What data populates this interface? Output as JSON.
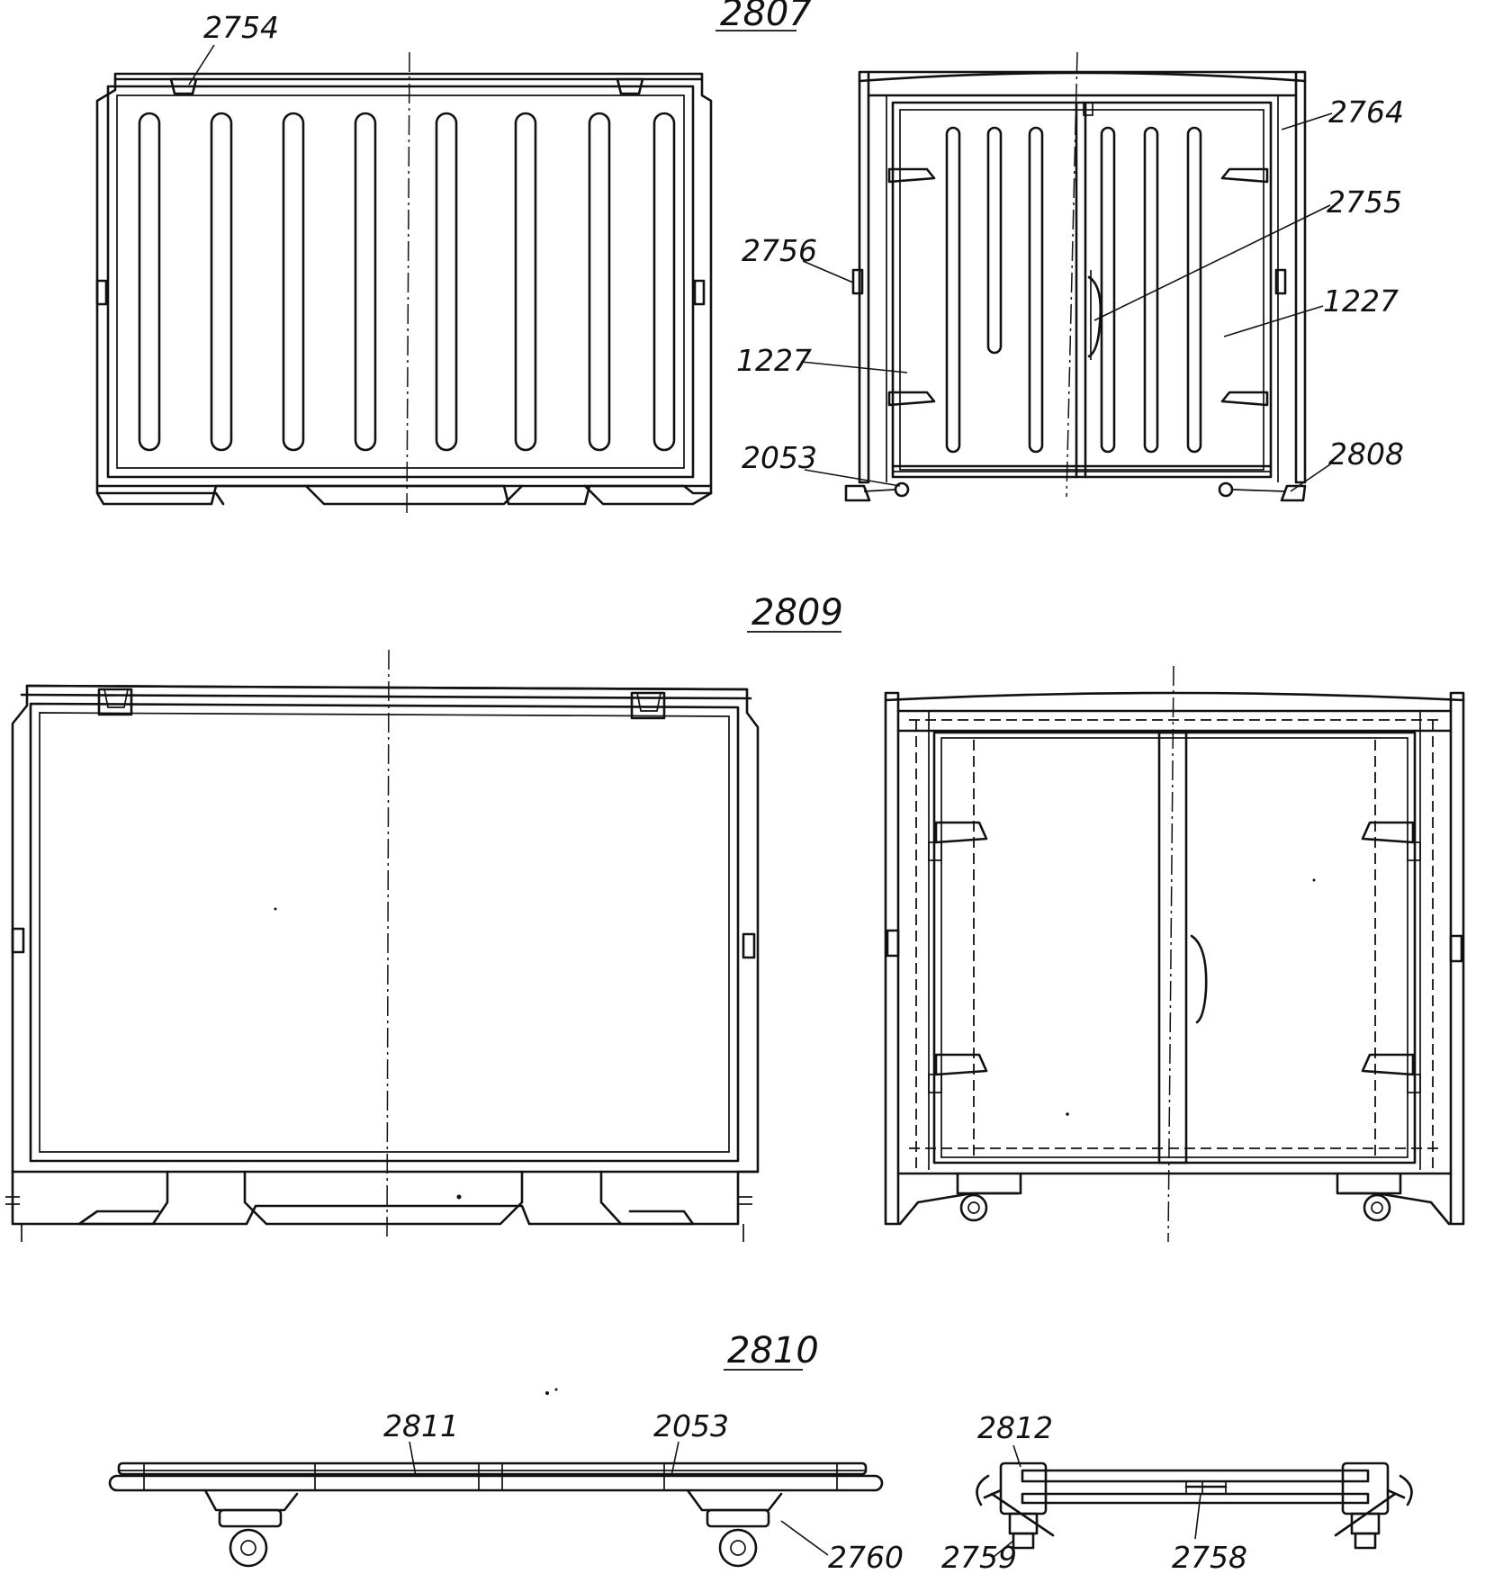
{
  "figures": {
    "fig1": "2807",
    "fig2": "2809",
    "fig3": "2810"
  },
  "labels": {
    "top_front_tab": "2754",
    "door_frame": "2764",
    "door_handle": "2755",
    "side_tab": "2756",
    "door_panel_left": "1227",
    "door_panel_right": "1227",
    "caster_left": "2053",
    "caster_right": "2808",
    "base_rail": "2811",
    "base_caster": "2053",
    "base_wheel": "2760",
    "side_bracket": "2812",
    "side_wheel": "2759",
    "side_rod": "2758"
  }
}
